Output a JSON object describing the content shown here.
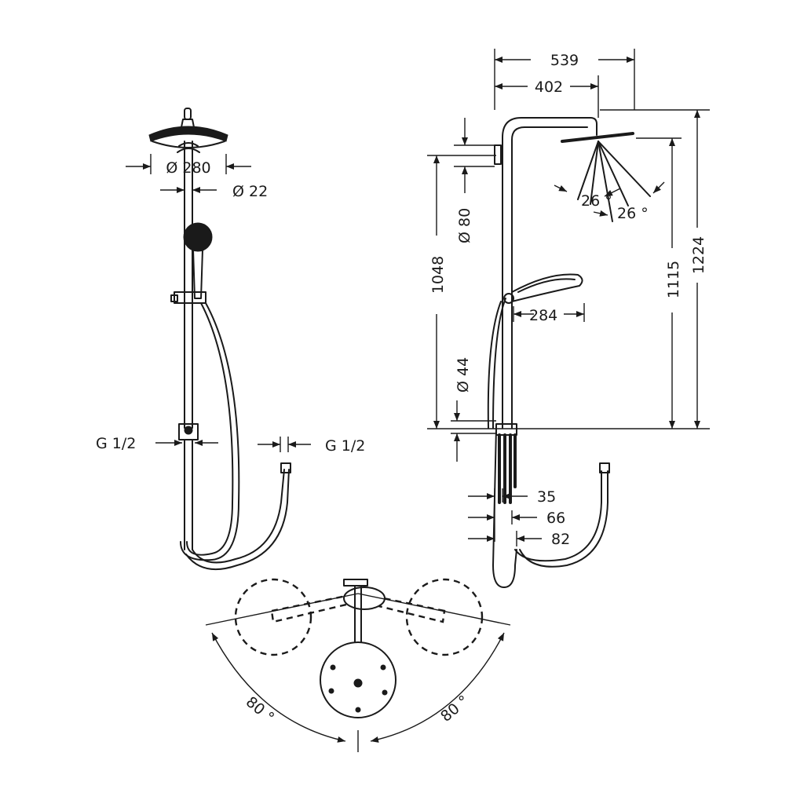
{
  "dimensions": {
    "head_diameter": "Ø 280",
    "pipe_diameter": "Ø 22",
    "connection_left": "G 1/2",
    "connection_right": "G 1/2",
    "overall_reach": "539",
    "arm_reach": "402",
    "mount_diameter": "Ø 80",
    "bracket_diameter": "Ø 44",
    "mount_height": "1048",
    "head_height": "1115",
    "overall_height": "1224",
    "hand_shower_reach": "284",
    "spray_angle_1": "26 °",
    "spray_angle_2": "26 °",
    "spout_35": "35",
    "spout_66": "66",
    "spout_82": "82",
    "swivel_left": "80 °",
    "swivel_right": "80 °"
  },
  "colors": {
    "line": "#1a1a1a",
    "background": "#ffffff"
  }
}
